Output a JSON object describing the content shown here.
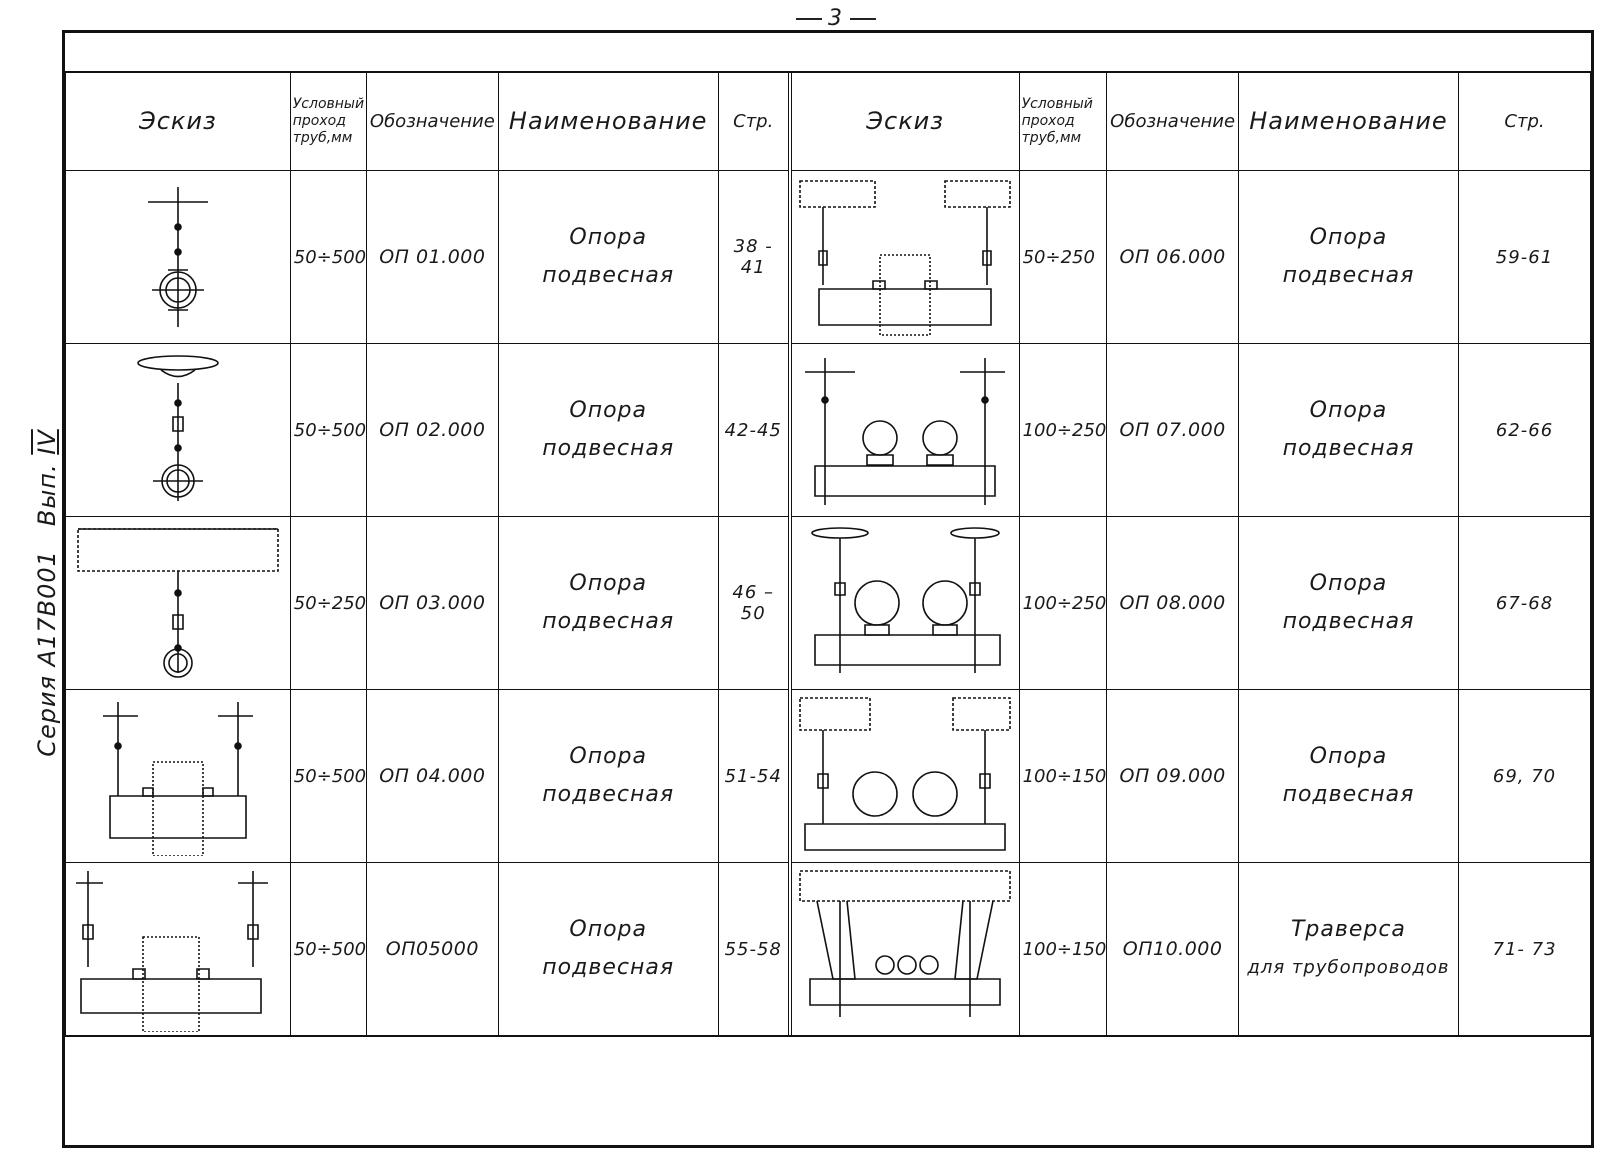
{
  "page_number": "3",
  "side_label": {
    "series": "Серия А17В001",
    "vyp": "Вып.",
    "roman": "IV"
  },
  "headers": {
    "sketch": "Эскиз",
    "dn": [
      "Условный",
      "проход",
      "труб,мм"
    ],
    "designation": "Обозначение",
    "name": "Наименование",
    "page": "Стр."
  },
  "left_rows": [
    {
      "range": "50÷500",
      "code": "ОП 01.000",
      "name": [
        "Опора",
        "подвесная"
      ],
      "pages": "38 - 41",
      "sketch_icon": "single-rod-hanger-icon"
    },
    {
      "range": "50÷500",
      "code": "ОП 02.000",
      "name": [
        "Опора",
        "подвесная"
      ],
      "pages": "42-45",
      "sketch_icon": "rod-hanger-with-turnbuckle-icon"
    },
    {
      "range": "50÷250",
      "code": "ОП 03.000",
      "name": [
        "Опора",
        "подвесная"
      ],
      "pages": "46 – 50",
      "sketch_icon": "slab-mounted-hanger-icon"
    },
    {
      "range": "50÷500",
      "code": "ОП 04.000",
      "name": [
        "Опора",
        "подвесная"
      ],
      "pages": "51-54",
      "sketch_icon": "double-rod-trapeze-icon"
    },
    {
      "range": "50÷500",
      "code": "ОП05000",
      "name": [
        "Опора",
        "подвесная"
      ],
      "pages": "55-58",
      "sketch_icon": "double-rod-trapeze-turnbuckle-icon"
    }
  ],
  "right_rows": [
    {
      "range": "50÷250",
      "code": "ОП 06.000",
      "name": [
        "Опора",
        "подвесная"
      ],
      "pages": "59-61",
      "sketch_icon": "slab-trapeze-icon"
    },
    {
      "range": "100÷250",
      "code": "ОП 07.000",
      "name": [
        "Опора",
        "подвесная"
      ],
      "pages": "62-66",
      "sketch_icon": "two-pipe-trapeze-icon"
    },
    {
      "range": "100÷250",
      "code": "ОП 08.000",
      "name": [
        "Опора",
        "подвесная"
      ],
      "pages": "67-68",
      "sketch_icon": "two-pipe-trapeze-plate-icon"
    },
    {
      "range": "100÷150",
      "code": "ОП 09.000",
      "name": [
        "Опора",
        "подвесная"
      ],
      "pages": "69, 70",
      "sketch_icon": "two-pipe-slab-trapeze-icon"
    },
    {
      "range": "100÷150",
      "code": "ОП10.000",
      "name": [
        "Траверса",
        "для трубопроводов"
      ],
      "pages": "71- 73",
      "sketch_icon": "traverse-icon"
    }
  ]
}
